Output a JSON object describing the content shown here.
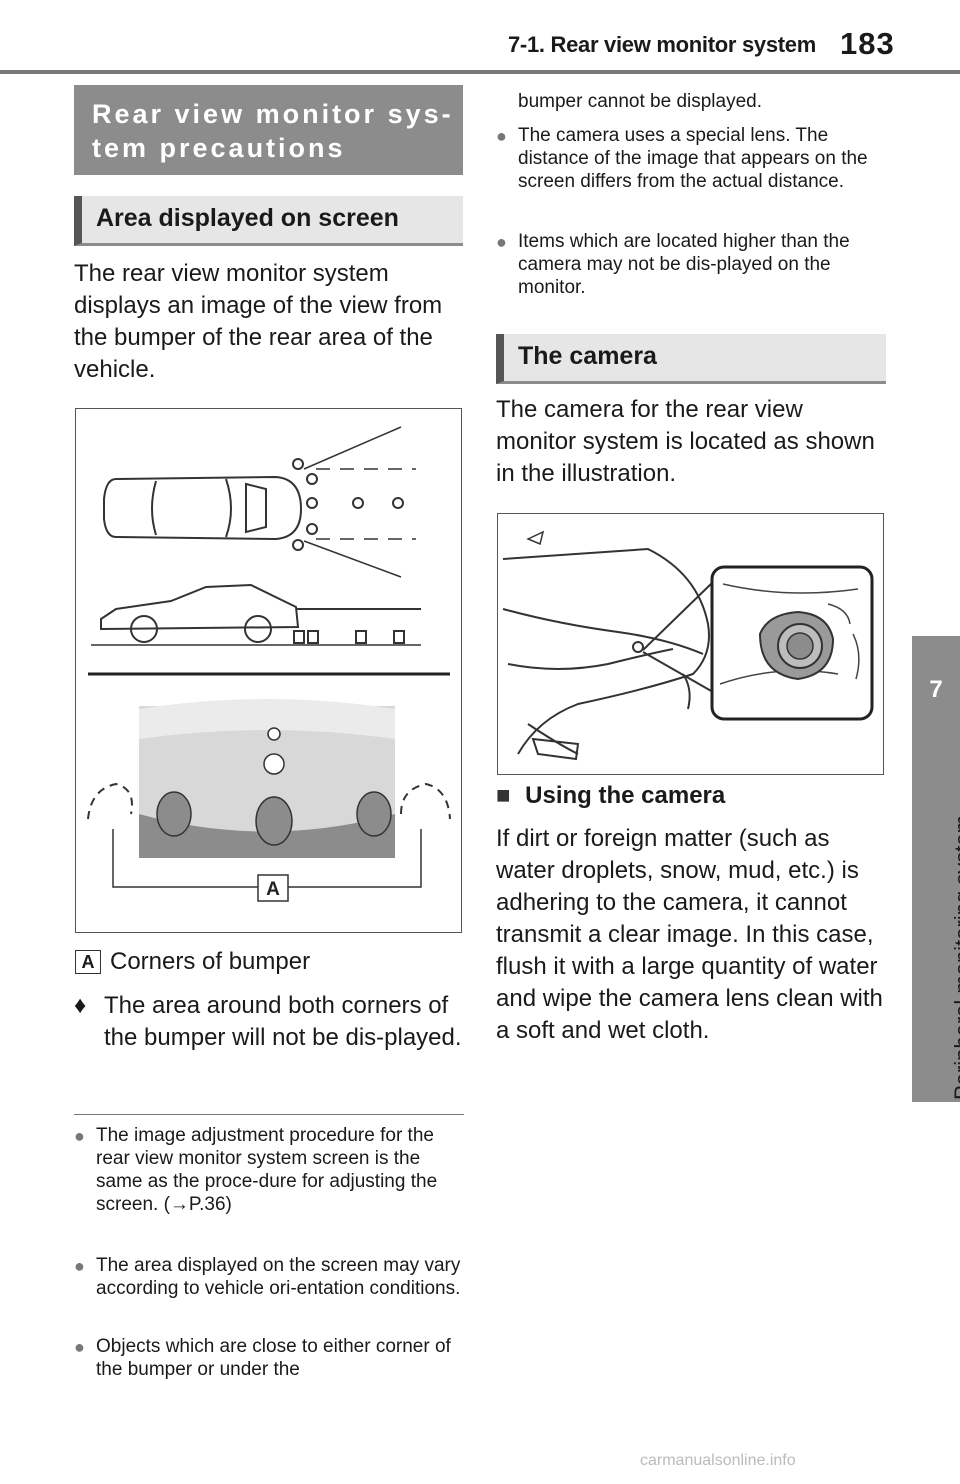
{
  "header": {
    "section_title": "7-1. Rear view monitor system",
    "page_number": "183"
  },
  "side_tab": {
    "chapter_number": "7",
    "chapter_title": "Peripheral monitoring system"
  },
  "main_heading": "Rear view monitor sys-tem precautions",
  "main_heading_line1": "Rear view monitor sys-",
  "main_heading_line2": "tem precautions",
  "area_section": {
    "heading": "Area displayed on screen",
    "intro": "The rear view monitor system displays an image of the view from the bumper of the rear area of the vehicle.",
    "figure_label": "A",
    "caption_label": "A",
    "caption_text": "Corners of bumper",
    "bullet_text": "The area around both corners of the bumper will not be dis-played.",
    "notes": [
      "The image adjustment procedure for the rear view monitor system screen is the same as the proce-dure for adjusting the screen. (→P.36)",
      "The area displayed on the screen may vary according to vehicle ori-entation conditions.",
      "Objects which are close to either corner of the bumper or under the bumper cannot be displayed.",
      "The camera uses a special lens. The distance of the image that appears on the screen differs from the actual distance.",
      "Items which are located higher than the camera may not be dis-played on the monitor."
    ],
    "note_continuation": "bumper cannot be displayed."
  },
  "camera_section": {
    "heading": "The camera",
    "intro": "The camera for the rear view monitor system is located as shown in the illustration.",
    "subheading_marker": "■",
    "subheading": "Using the camera",
    "body": "If dirt or foreign matter (such as water droplets, snow, mud, etc.) is adhering to the camera, it cannot transmit a clear image. In this case, flush it with a large quantity of water and wipe the camera lens clean with a soft and wet cloth."
  },
  "watermark": "carmanualsonline.info"
}
